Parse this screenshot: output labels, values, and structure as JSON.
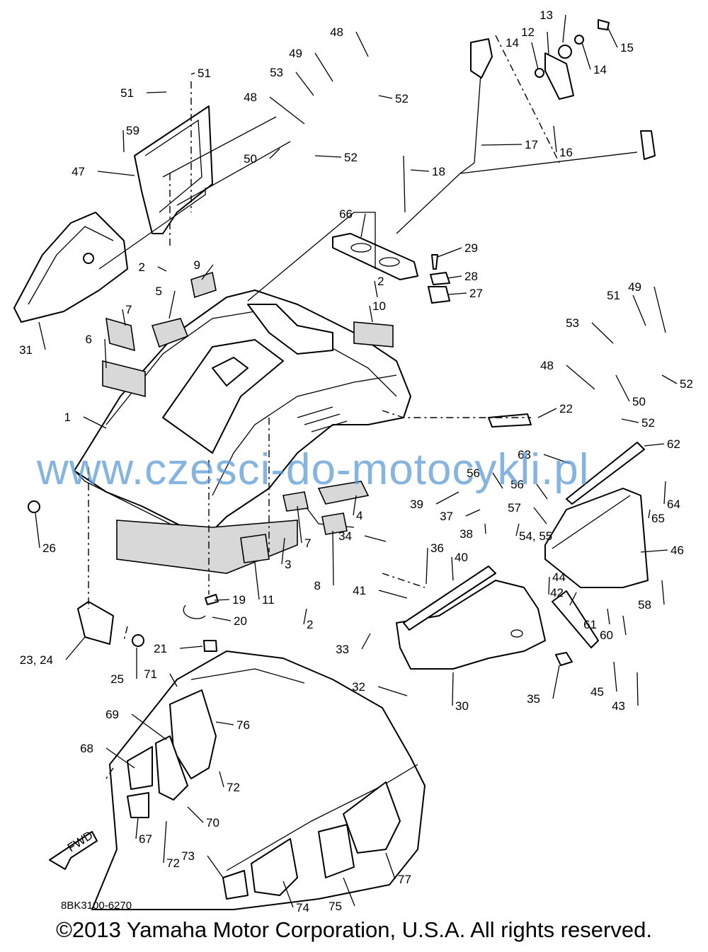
{
  "diagram": {
    "callouts": [
      "1",
      "2",
      "2",
      "2",
      "3",
      "4",
      "5",
      "6",
      "7",
      "7",
      "8",
      "9",
      "10",
      "11",
      "12",
      "13",
      "14",
      "14",
      "15",
      "16",
      "17",
      "18",
      "19",
      "20",
      "21",
      "22",
      "23, 24",
      "25",
      "26",
      "27",
      "28",
      "29",
      "30",
      "31",
      "32",
      "33",
      "34",
      "35",
      "36",
      "37",
      "38",
      "39",
      "40",
      "41",
      "42",
      "43",
      "44",
      "45",
      "46",
      "47",
      "48",
      "48",
      "48",
      "49",
      "49",
      "50",
      "50",
      "51",
      "51",
      "51",
      "52",
      "52",
      "52",
      "52",
      "53",
      "53",
      "54, 55",
      "56",
      "56",
      "57",
      "58",
      "59",
      "60",
      "61",
      "62",
      "63",
      "64",
      "65",
      "66",
      "67",
      "68",
      "69",
      "70",
      "71",
      "72",
      "72",
      "73",
      "74",
      "75",
      "76",
      "77"
    ],
    "fwd_label": "FWD"
  },
  "watermark": "www.czesci-do-motocykli.pl",
  "diagram_code": "8BK3100-6270",
  "copyright": "©2013 Yamaha Motor Corporation, U.S.A. All rights reserved."
}
